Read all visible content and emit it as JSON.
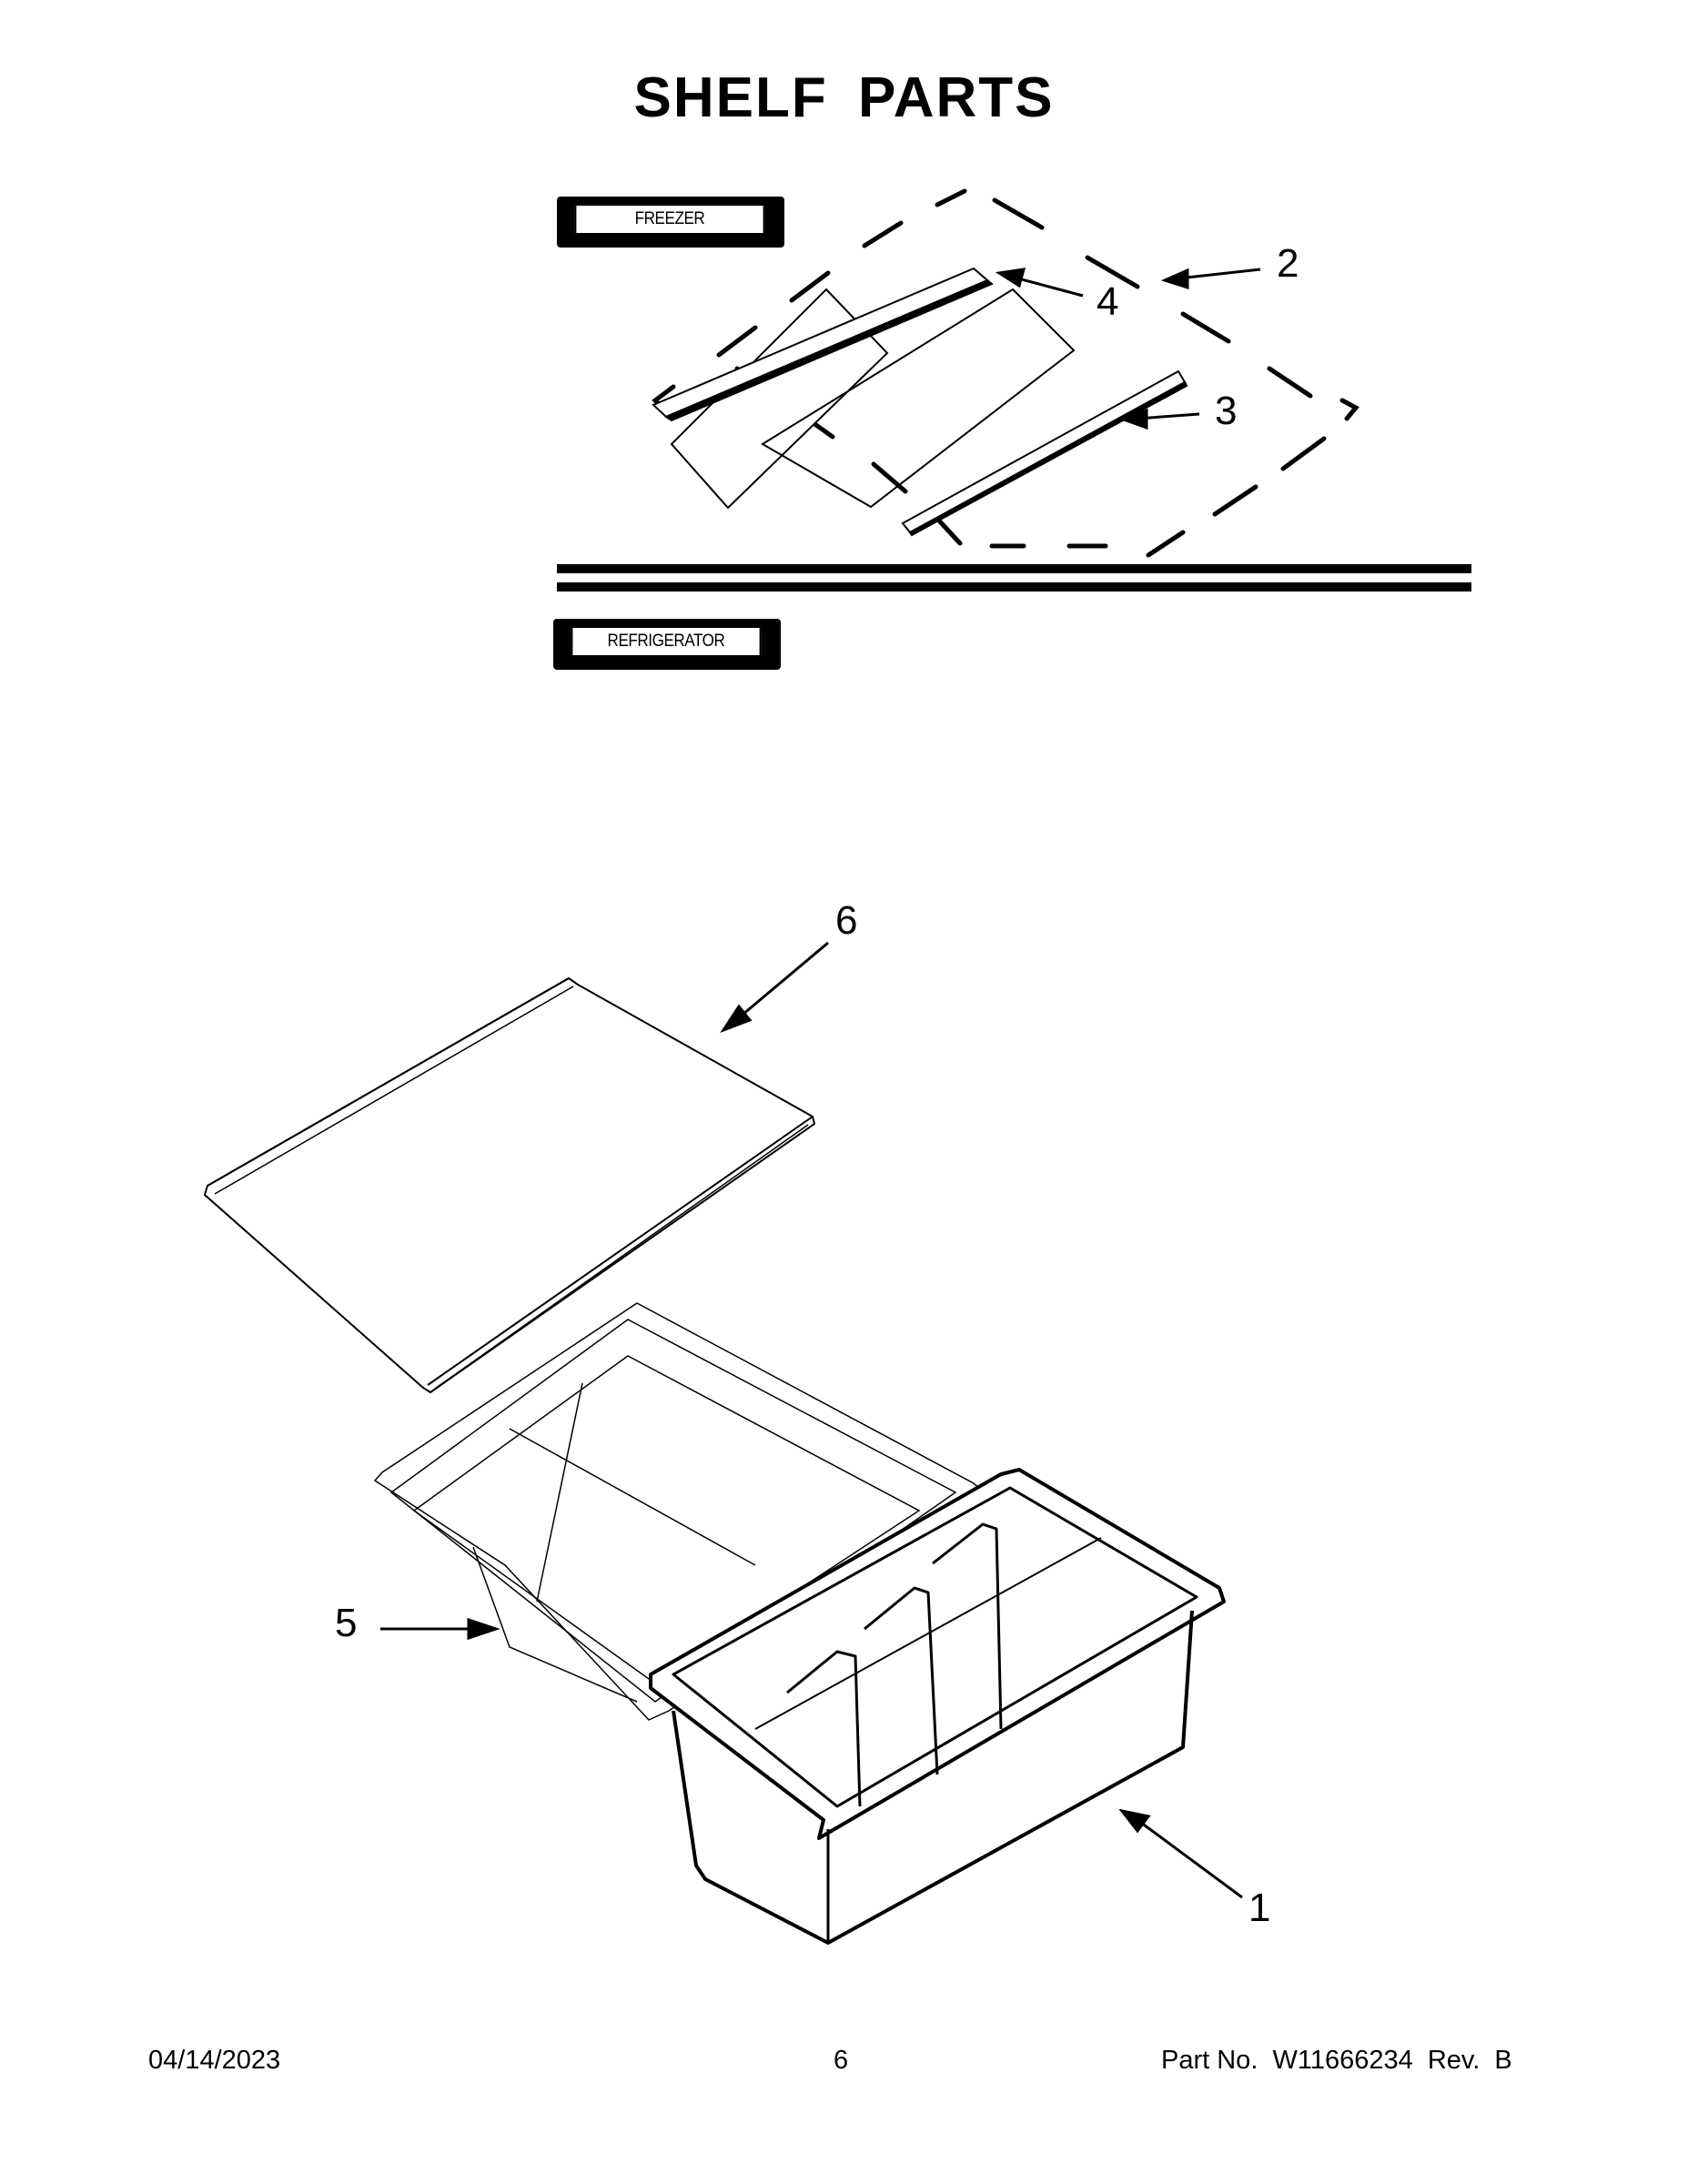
{
  "page": {
    "title": "SHELF PARTS"
  },
  "sections": {
    "freezer": {
      "label": "FREEZER"
    },
    "refrigerator": {
      "label": "REFRIGERATOR"
    }
  },
  "callouts": {
    "c1": "1",
    "c2": "2",
    "c3": "3",
    "c4": "4",
    "c5": "5",
    "c6": "6"
  },
  "footer": {
    "date": "04/14/2023",
    "page_number": "6",
    "part_no": "Part No.  W11666234  Rev.  B"
  }
}
